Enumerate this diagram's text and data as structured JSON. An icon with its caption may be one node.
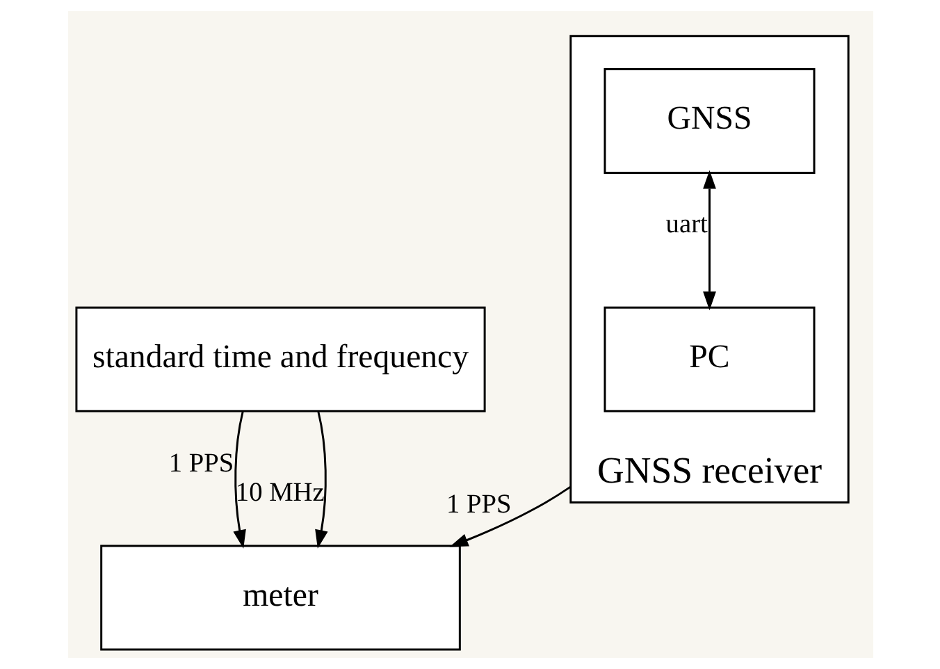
{
  "diagram": {
    "nodes": [
      {
        "text": [
          "standard time and frequency"
        ]
      },
      {
        "text": [
          "GNSS receiver"
        ]
      },
      {
        "text": [
          "GNSS"
        ],
        "in": 1
      },
      {
        "text": [
          "PC"
        ],
        "in": 1
      },
      {
        "text": [
          "meter"
        ]
      }
    ],
    "edges": [
      {
        "from": 0,
        "to": 4,
        "arrow": "to",
        "label": "1 PPS"
      },
      {
        "from": 0,
        "to": 4,
        "arrow": "to",
        "label": "10 MHz"
      },
      {
        "from": 1,
        "to": 4,
        "arrow": "to",
        "label": "1 PPS"
      },
      {
        "from": 2,
        "to": 3,
        "arrow": "both",
        "label": "uart"
      }
    ]
  }
}
